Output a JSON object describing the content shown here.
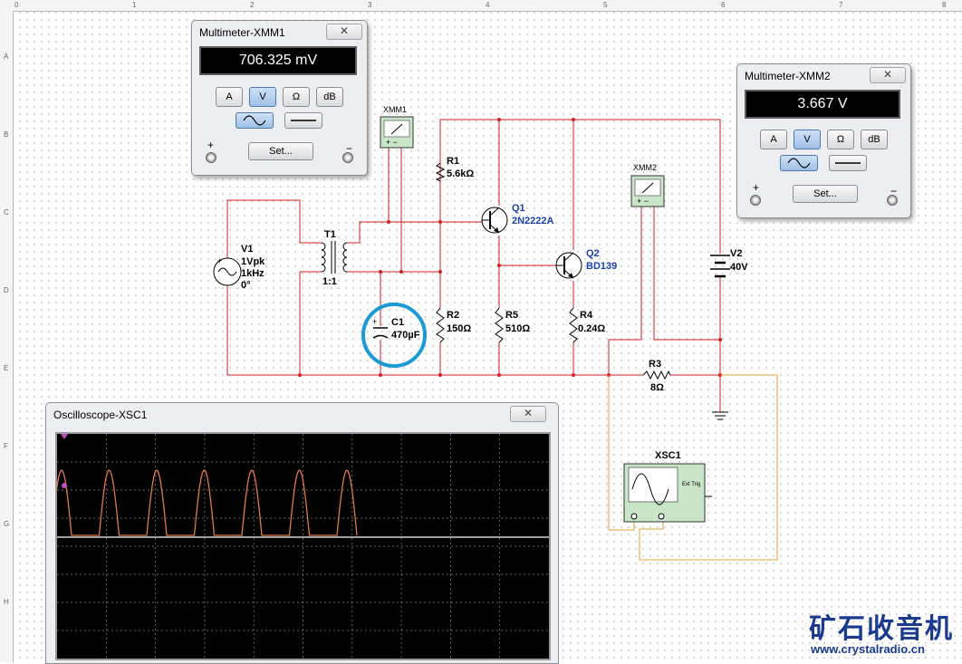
{
  "rulers": {
    "top_ticks": [
      "0",
      "1",
      "2",
      "3",
      "4",
      "5",
      "6",
      "7",
      "8"
    ],
    "left_ticks": [
      "A",
      "B",
      "C",
      "D",
      "E",
      "F",
      "G",
      "H"
    ]
  },
  "components": {
    "v1": {
      "ref": "V1",
      "line1": "1Vpk",
      "line2": "1kHz",
      "line3": "0°"
    },
    "t1": {
      "ref": "T1",
      "ratio": "1:1"
    },
    "c1": {
      "ref": "C1",
      "value": "470µF"
    },
    "r1": {
      "ref": "R1",
      "value": "5.6kΩ"
    },
    "r2": {
      "ref": "R2",
      "value": "150Ω"
    },
    "r5": {
      "ref": "R5",
      "value": "510Ω"
    },
    "r4": {
      "ref": "R4",
      "value": "0.24Ω"
    },
    "r3": {
      "ref": "R3",
      "value": "8Ω"
    },
    "q1": {
      "ref": "Q1",
      "model": "2N2222A"
    },
    "q2": {
      "ref": "Q2",
      "model": "BD139"
    },
    "v2": {
      "ref": "V2",
      "value": "40V"
    },
    "xmm1": {
      "ref": "XMM1"
    },
    "xmm2": {
      "ref": "XMM2"
    },
    "xsc1": {
      "ref": "XSC1",
      "ext_trig": "Ext Trig"
    }
  },
  "mm1": {
    "title": "Multimeter-XMM1",
    "reading": "706.325 mV",
    "buttons": {
      "a": "A",
      "v": "V",
      "ohm": "Ω",
      "db": "dB"
    },
    "set_label": "Set...",
    "plus": "+",
    "minus": "−"
  },
  "mm2": {
    "title": "Multimeter-XMM2",
    "reading": "3.667 V",
    "buttons": {
      "a": "A",
      "v": "V",
      "ohm": "Ω",
      "db": "dB"
    },
    "set_label": "Set...",
    "plus": "+",
    "minus": "−"
  },
  "oscilloscope": {
    "title": "Oscilloscope-XSC1",
    "trace_color": "#e07a4a",
    "pulse_count": 7
  },
  "watermark": {
    "logo": "矿石收音机",
    "url": "www.crystalradio.cn"
  },
  "colors": {
    "wire_red": "#d02020",
    "wire_orange": "#e0a030",
    "highlight_circle": "#1b9ad6"
  }
}
